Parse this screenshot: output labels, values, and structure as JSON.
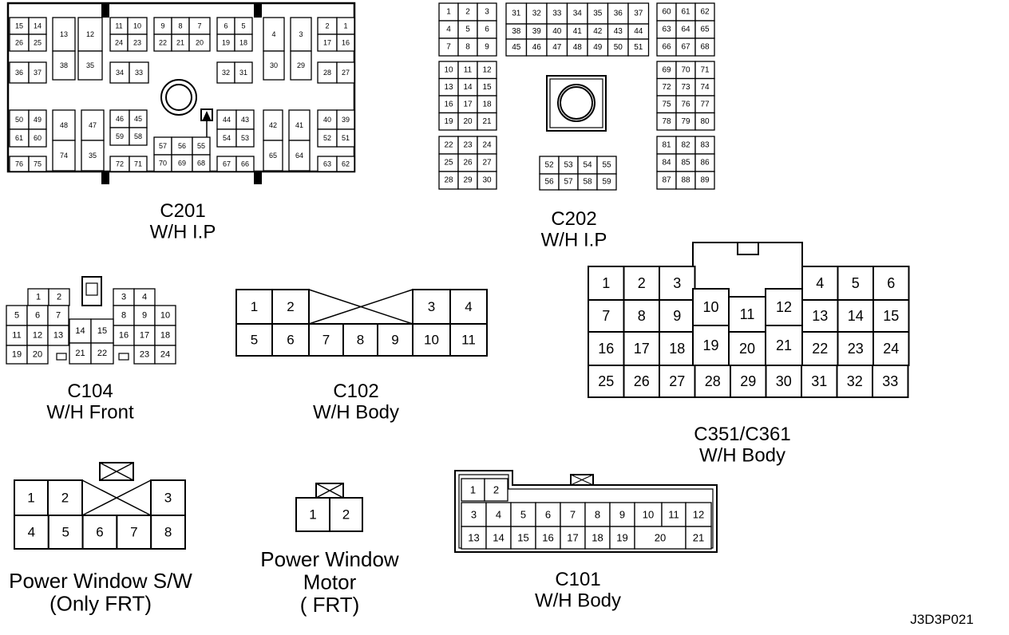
{
  "connectors": {
    "c201": {
      "name": "C201",
      "desc": "W/H I.P"
    },
    "c202": {
      "name": "C202",
      "desc": "W/H I.P"
    },
    "c104": {
      "name": "C104",
      "desc": "W/H Front"
    },
    "c102": {
      "name": "C102",
      "desc": "W/H Body"
    },
    "c351": {
      "name": "C351/C361",
      "desc": "W/H Body"
    },
    "pws": {
      "name": "Power Window S/W",
      "desc": "(Only FRT)"
    },
    "pwm": {
      "name": "Power Window",
      "name2": "Motor",
      "desc": "( FRT)"
    },
    "c101": {
      "name": "C101",
      "desc": "W/H Body"
    }
  },
  "figure_code": "J3D3P021"
}
